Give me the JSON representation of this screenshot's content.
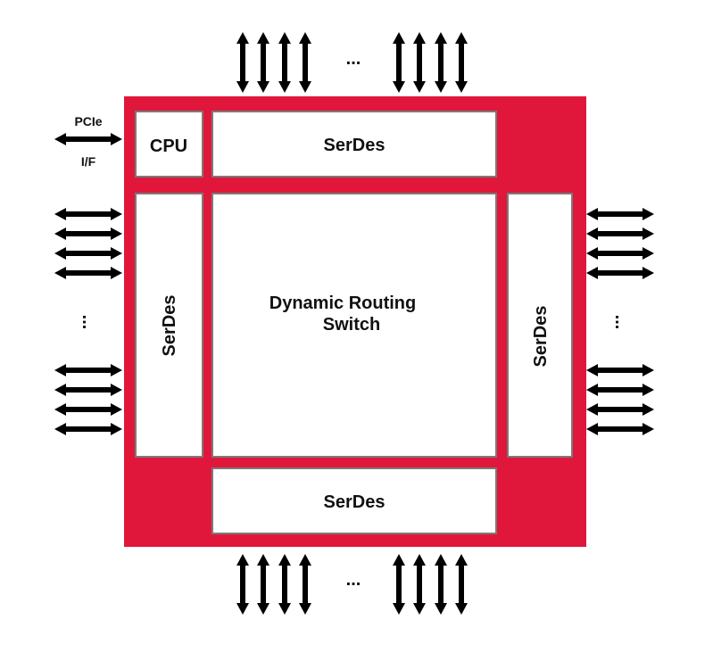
{
  "colors": {
    "chip_fill": "#E0173A",
    "block_fill": "#FFFFFF",
    "block_border": "#7A7A7A",
    "arrow": "#000000"
  },
  "blocks": {
    "cpu": "CPU",
    "serdes_top": "SerDes",
    "serdes_left": "SerDes",
    "serdes_right": "SerDes",
    "serdes_bottom": "SerDes",
    "switch_line1": "Dynamic Routing",
    "switch_line2": "Switch"
  },
  "pcie": {
    "line1": "PCIe",
    "line2": "I/F"
  },
  "ellipsis": {
    "top": "...",
    "bottom": "...",
    "left": "...",
    "right": "..."
  }
}
